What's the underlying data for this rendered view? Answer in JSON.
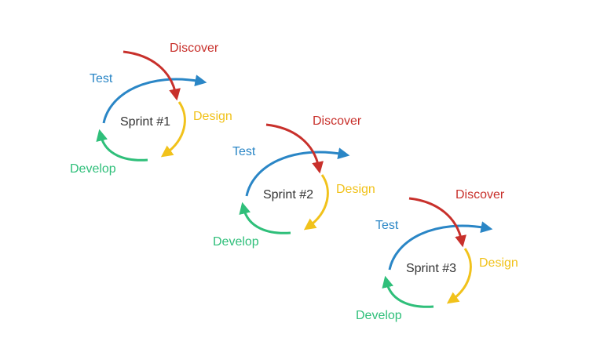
{
  "colors": {
    "discover": "#c8302b",
    "test": "#2a86c6",
    "design": "#f1c21b",
    "develop": "#2fbf7a",
    "sprint_text": "#333333",
    "background": "#ffffff"
  },
  "sprints": [
    {
      "title": "Sprint #1",
      "discover": "Discover",
      "test": "Test",
      "design": "Design",
      "develop": "Develop"
    },
    {
      "title": "Sprint #2",
      "discover": "Discover",
      "test": "Test",
      "design": "Design",
      "develop": "Develop"
    },
    {
      "title": "Sprint #3",
      "discover": "Discover",
      "test": "Test",
      "design": "Design",
      "develop": "Develop"
    }
  ]
}
